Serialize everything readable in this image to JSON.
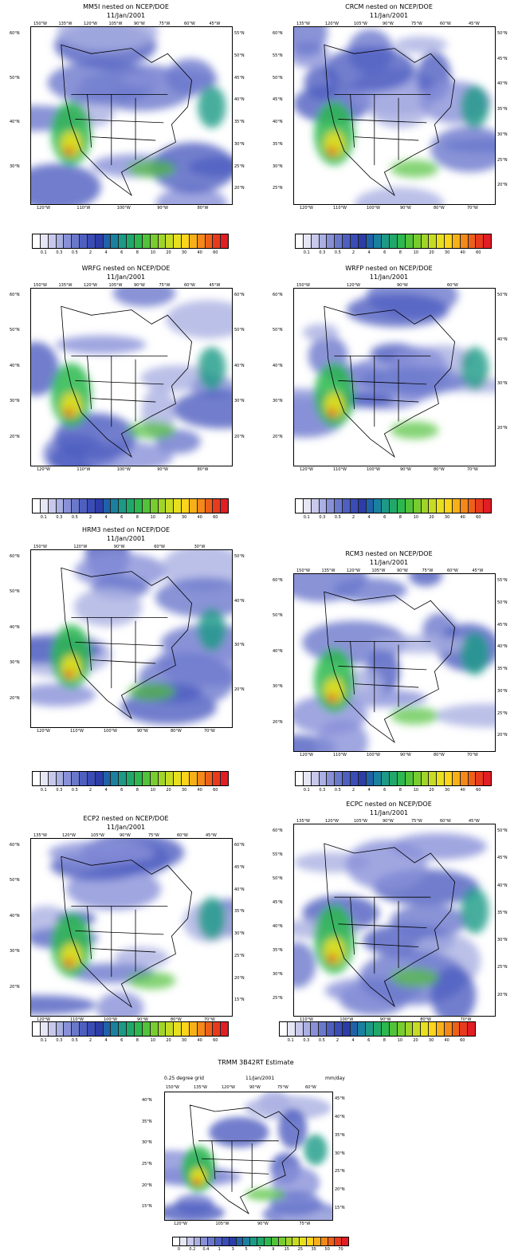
{
  "panels": [
    {
      "title": "MM5I nested on NCEP/DOE",
      "date": "11/Jan/2001",
      "top_ticks": [
        "150°W",
        "135°W",
        "120°W",
        "105°W",
        "90°W",
        "75°W",
        "60°W",
        "45°W"
      ],
      "bottom_ticks": [
        "120°W",
        "110°W",
        "100°W",
        "90°W",
        "80°W"
      ],
      "left_ticks": [
        "60°N",
        "50°N",
        "40°N",
        "30°N"
      ],
      "right_ticks": [
        "55°N",
        "50°N",
        "45°N",
        "40°N",
        "35°N",
        "30°N",
        "25°N",
        "20°N"
      ]
    },
    {
      "title": "CRCM nested on NCEP/DOE",
      "date": "11/Jan/2001",
      "top_ticks": [
        "135°W",
        "120°W",
        "105°W",
        "90°W",
        "75°W",
        "60°W",
        "45°W"
      ],
      "bottom_ticks": [
        "120°W",
        "110°W",
        "100°W",
        "90°W",
        "80°W",
        "70°W"
      ],
      "left_ticks": [
        "60°N",
        "55°N",
        "50°N",
        "45°N",
        "40°N",
        "35°N",
        "30°N",
        "25°N"
      ],
      "right_ticks": [
        "50°N",
        "45°N",
        "40°N",
        "35°N",
        "30°N",
        "25°N",
        "20°N"
      ]
    },
    {
      "title": "WRFG nested on NCEP/DOE",
      "date": "11/Jan/2001",
      "top_ticks": [
        "150°W",
        "135°W",
        "120°W",
        "105°W",
        "90°W",
        "75°W",
        "60°W",
        "45°W"
      ],
      "bottom_ticks": [
        "120°W",
        "110°W",
        "100°W",
        "90°W",
        "80°W"
      ],
      "left_ticks": [
        "60°N",
        "50°N",
        "40°N",
        "30°N",
        "20°N"
      ],
      "right_ticks": [
        "60°N",
        "50°N",
        "40°N",
        "30°N",
        "20°N"
      ]
    },
    {
      "title": "WRFP nested on NCEP/DOE",
      "date": "11/Jan/2001",
      "top_ticks": [
        "150°W",
        "120°W",
        "90°W",
        "60°W"
      ],
      "bottom_ticks": [
        "120°W",
        "110°W",
        "100°W",
        "90°W",
        "80°W",
        "70°W"
      ],
      "left_ticks": [
        "60°N",
        "50°N",
        "40°N",
        "30°N",
        "20°N"
      ],
      "right_ticks": [
        "50°N",
        "40°N",
        "30°N",
        "20°N"
      ]
    },
    {
      "title": "HRM3 nested on NCEP/DOE",
      "date": "11/Jan/2001",
      "top_ticks": [
        "150°W",
        "120°W",
        "90°W",
        "60°W",
        "30°W"
      ],
      "bottom_ticks": [
        "120°W",
        "110°W",
        "100°W",
        "90°W",
        "80°W",
        "70°W"
      ],
      "left_ticks": [
        "60°N",
        "50°N",
        "40°N",
        "30°N",
        "20°N"
      ],
      "right_ticks": [
        "50°N",
        "40°N",
        "30°N",
        "20°N"
      ]
    },
    {
      "title": "RCM3 nested on NCEP/DOE",
      "date": "11/Jan/2001",
      "top_ticks": [
        "150°W",
        "135°W",
        "120°W",
        "105°W",
        "90°W",
        "75°W",
        "60°W",
        "45°W"
      ],
      "bottom_ticks": [
        "120°W",
        "110°W",
        "100°W",
        "90°W",
        "80°W",
        "70°W"
      ],
      "left_ticks": [
        "60°N",
        "50°N",
        "40°N",
        "30°N",
        "20°N"
      ],
      "right_ticks": [
        "55°N",
        "50°N",
        "45°N",
        "40°N",
        "35°N",
        "30°N",
        "25°N",
        "20°N"
      ]
    },
    {
      "title": "ECP2 nested on NCEP/DOE",
      "date": "11/Jan/2001",
      "top_ticks": [
        "135°W",
        "120°W",
        "105°W",
        "90°W",
        "75°W",
        "60°W",
        "45°W"
      ],
      "bottom_ticks": [
        "120°W",
        "110°W",
        "100°W",
        "90°W",
        "80°W",
        "70°W"
      ],
      "left_ticks": [
        "60°N",
        "50°N",
        "40°N",
        "30°N",
        "20°N"
      ],
      "right_ticks": [
        "60°N",
        "45°N",
        "40°N",
        "35°N",
        "30°N",
        "25°N",
        "20°N",
        "15°N"
      ]
    },
    {
      "title": "ECPC nested on NCEP/DOE",
      "date": "11/Jan/2001",
      "top_ticks": [
        "135°W",
        "120°W",
        "105°W",
        "90°W",
        "75°W",
        "60°W",
        "45°W"
      ],
      "bottom_ticks": [
        "110°W",
        "100°W",
        "90°W",
        "80°W",
        "70°W"
      ],
      "left_ticks": [
        "60°N",
        "55°N",
        "50°N",
        "45°N",
        "40°N",
        "35°N",
        "30°N",
        "25°N"
      ],
      "right_ticks": [
        "50°N",
        "45°N",
        "40°N",
        "35°N",
        "30°N",
        "25°N",
        "20°N"
      ]
    }
  ],
  "model_colorbar_labels": [
    "0.1",
    "0.3",
    "0.5",
    "2",
    "4",
    "6",
    "8",
    "10",
    "20",
    "30",
    "40",
    "60"
  ],
  "colorbar_colors": [
    "#ffffff",
    "#e6e6f5",
    "#c8c8ec",
    "#aab0e2",
    "#8890d8",
    "#6a78cc",
    "#4f5fc0",
    "#3a4cb5",
    "#2c3ca8",
    "#1f62a8",
    "#1a80a0",
    "#1c9a86",
    "#20a86a",
    "#2cb84e",
    "#52c23a",
    "#78cc30",
    "#a0d428",
    "#c6dc22",
    "#e8e01e",
    "#fcd41a",
    "#f8b018",
    "#f48818",
    "#ee6018",
    "#e83a1c",
    "#e01e24"
  ],
  "trmm": {
    "title": "TRMM 3B42RT Estimate",
    "grid_label": "0.25 degree grid",
    "date": "11/Jan/2001",
    "units": "mm/day",
    "top_ticks": [
      "150°W",
      "135°W",
      "120°W",
      "90°W",
      "75°W",
      "60°W"
    ],
    "bottom_ticks": [
      "120°W",
      "105°W",
      "90°W",
      "75°W"
    ],
    "left_ticks": [
      "40°N",
      "35°N",
      "30°N",
      "25°N",
      "20°N",
      "15°N"
    ],
    "right_ticks": [
      "45°N",
      "40°N",
      "35°N",
      "30°N",
      "25°N",
      "20°N",
      "15°N"
    ],
    "colorbar_labels": [
      "0",
      "0.2",
      "0.4",
      "1",
      "3",
      "5",
      "7",
      "9",
      "15",
      "25",
      "35",
      "50",
      "70"
    ]
  }
}
